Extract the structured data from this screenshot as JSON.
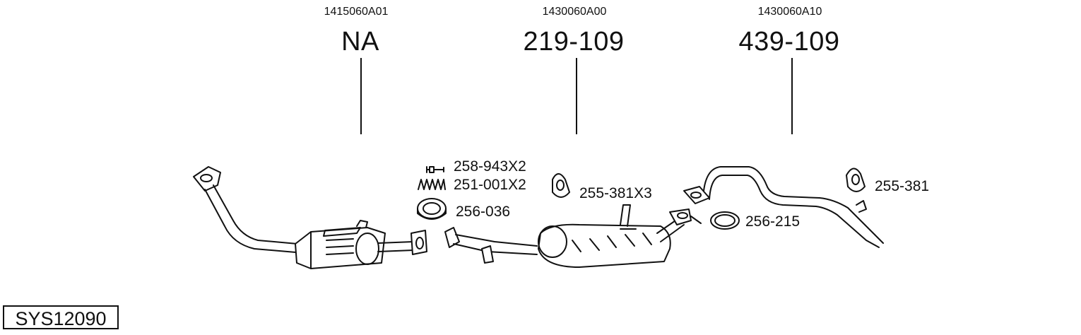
{
  "diagram": {
    "sections": [
      {
        "oem": "1415060A01",
        "part": "NA"
      },
      {
        "oem": "1430060A00",
        "part": "219-109"
      },
      {
        "oem": "1430060A10",
        "part": "439-109"
      }
    ],
    "callouts": {
      "bolts": "258-943X2",
      "springs": "251-001X2",
      "gasket_front": "256-036",
      "hanger_middle": "255-381X3",
      "gasket_rear": "256-215",
      "hanger_rear": "255-381"
    },
    "system_id": "SYS12090"
  }
}
